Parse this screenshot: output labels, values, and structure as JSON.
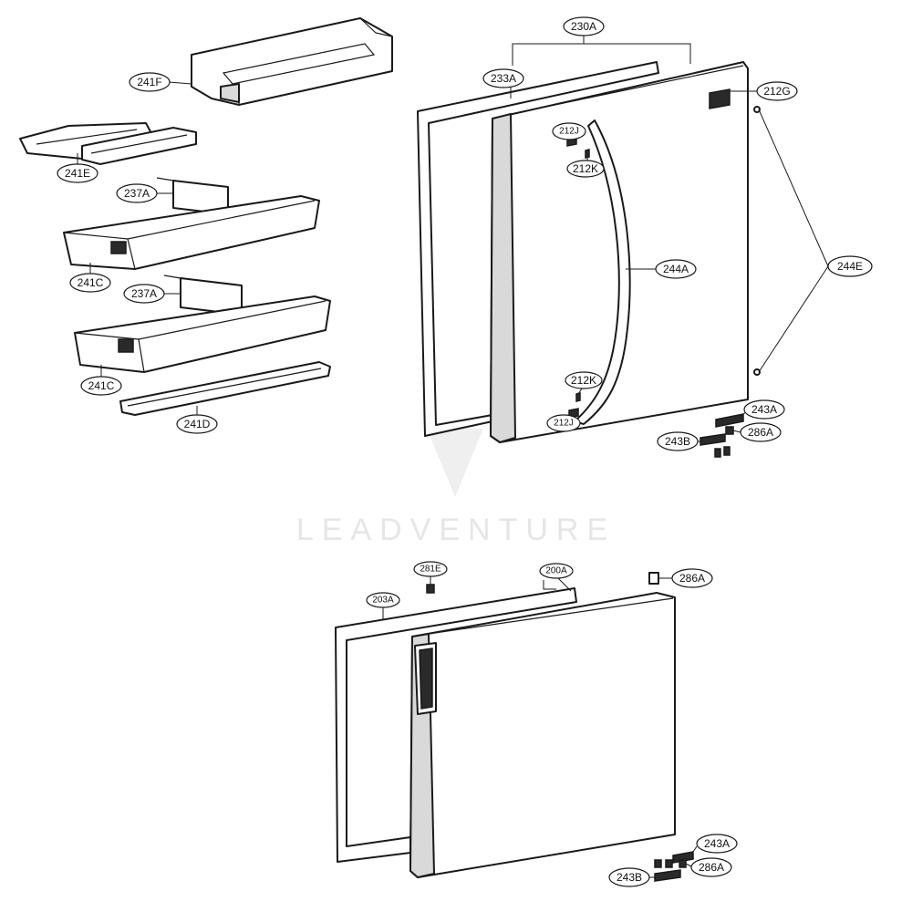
{
  "watermark": "LEADVENTURE",
  "labels": {
    "l_241F": "241F",
    "l_241E": "241E",
    "l_237A_top": "237A",
    "l_241C_top": "241C",
    "l_237A_bottom": "237A",
    "l_241C_bottom": "241C",
    "l_241D": "241D",
    "l_230A": "230A",
    "l_233A": "233A",
    "l_212G": "212G",
    "l_212J_top": "212J",
    "l_212K_top": "212K",
    "l_244A": "244A",
    "l_244E": "244E",
    "l_212K_bottom": "212K",
    "l_212J_bottom": "212J",
    "l_243A_top": "243A",
    "l_286A_top": "286A",
    "l_243B_top": "243B",
    "l_281E": "281E",
    "l_200A": "200A",
    "l_203A": "203A",
    "l_286A_freezer_top": "286A",
    "l_243A_bottom": "243A",
    "l_243B_bottom": "243B",
    "l_286A_bottom": "286A"
  }
}
